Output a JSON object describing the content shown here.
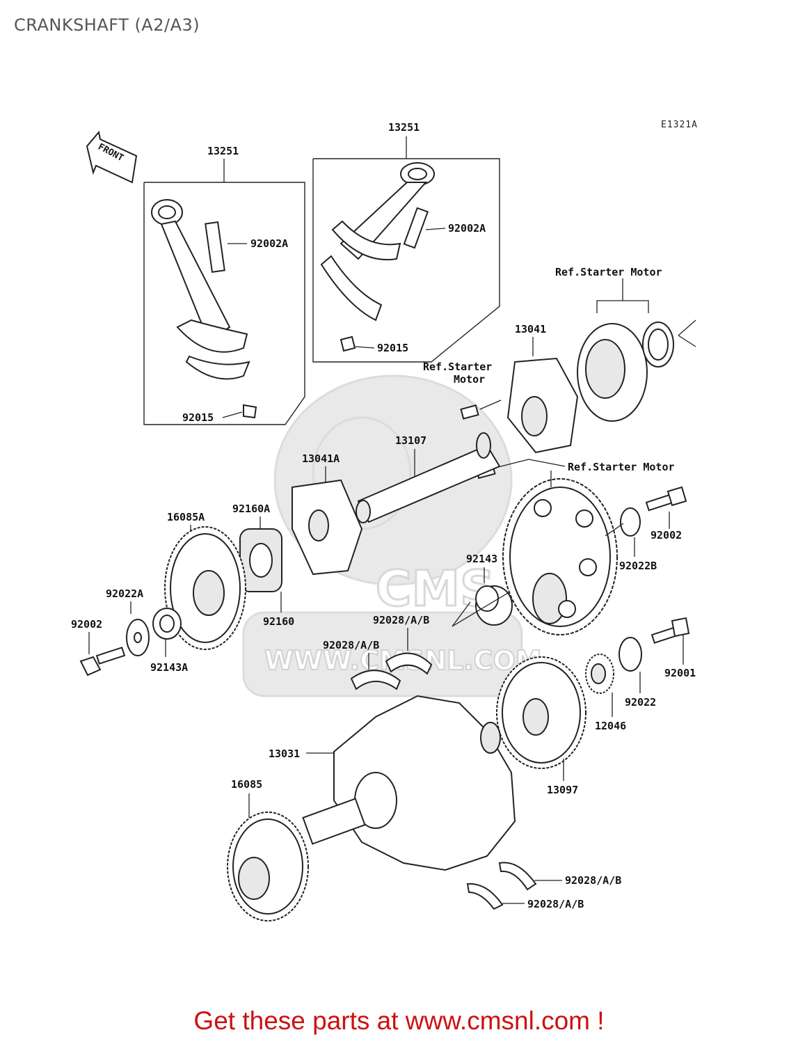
{
  "page": {
    "title": "CRANKSHAFT (A2/A3)",
    "figure_code": "E1321A"
  },
  "diagram": {
    "front_arrow_label": "FRONT",
    "watermark_text": "WWW.CMSNL.COM",
    "watermark_logo_text": "CMS",
    "labels": {
      "l13251_left": "13251",
      "l92002A_left": "92002A",
      "l92015_left": "92015",
      "l13251_right": "13251",
      "l92002A_right": "92002A",
      "l92015_right": "92015",
      "ref_starter_motor_1": "Ref.Starter Motor",
      "ref_starter_motor_2a": "Ref.Starter",
      "ref_starter_motor_2b": "Motor",
      "ref_starter_motor_3": "Ref.Starter Motor",
      "l13041": "13041",
      "l13107": "13107",
      "l13041A": "13041A",
      "l92160A": "92160A",
      "l92160": "92160",
      "l16085A": "16085A",
      "l92022A": "92022A",
      "l92002_left": "92002",
      "l92143A": "92143A",
      "l92143": "92143",
      "l92028_1": "92028/A/B",
      "l92028_2": "92028/A/B",
      "l92002_right": "92002",
      "l92022B": "92022B",
      "l92001": "92001",
      "l92022": "92022",
      "l12046": "12046",
      "l13097": "13097",
      "l13031": "13031",
      "l16085": "16085",
      "l92028_3": "92028/A/B",
      "l92028_4": "92028/A/B"
    }
  },
  "footer": {
    "link_text": "Get these parts at www.cmsnl.com !"
  }
}
